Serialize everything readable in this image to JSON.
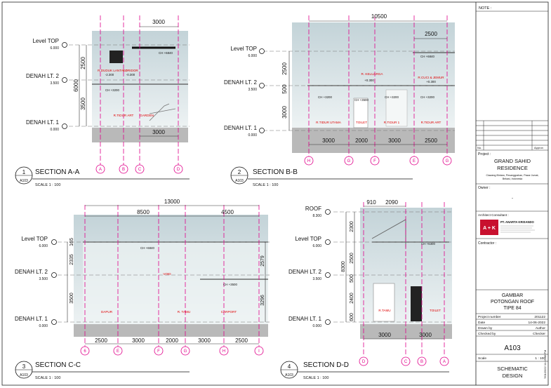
{
  "sheet": {
    "note_label": "NOTE :",
    "project_label": "Project :",
    "project_name_1": "GRAND SAHID",
    "project_name_2": "RESIDENCE",
    "address_1": "Ciawang Bintaro, Pesanggrahan, Pasar Jumat,",
    "address_2": "Bekasi, Indonesia",
    "owner_label": "Owner :",
    "owner_value": "-",
    "consultant_label": "Architect Consultant :",
    "consultant_logo": "A + K",
    "consultant_name": "PT. ANARTA KRISANDO",
    "contractor_label": "Contractor :",
    "no_label": "No.",
    "appr_label": "Appron",
    "title_1": "GAMBAR",
    "title_2": "POTONGAN ROOF",
    "title_3": "TIPE 84",
    "meta": [
      {
        "k": "Project number",
        "v": "201122"
      },
      {
        "k": "Date",
        "v": "14-06-2022"
      },
      {
        "k": "Drawn by",
        "v": "Author"
      },
      {
        "k": "Checked by",
        "v": "Checker"
      }
    ],
    "sheet_no": "A103",
    "scale_label": "Scale",
    "scale_value": "1 : 100",
    "stage_1": "SCHEMATIC",
    "stage_2": "DESIGN",
    "timestamp": "7/01/2022 11:19:46 PM"
  },
  "sections": [
    {
      "num": "1",
      "ref": "A103",
      "title": "SECTION A-A",
      "scale": "SCALE  1 : 100"
    },
    {
      "num": "2",
      "ref": "A103",
      "title": "SECTION B-B",
      "scale": "SCALE  1 : 100"
    },
    {
      "num": "3",
      "ref": "A103",
      "title": "SECTION C-C",
      "scale": "SCALE  1 : 100"
    },
    {
      "num": "4",
      "ref": "A103",
      "title": "SECTION D-D",
      "scale": "SCALE  1 : 100"
    }
  ],
  "levels": {
    "roof": "ROOF",
    "roof_v": "8.300",
    "top": "Level TOP",
    "top_v": "6.000",
    "lt2": "DENAH LT. 2",
    "lt2_v": "3.500",
    "lt1": "DENAH LT. 1",
    "lt1_v": "0.000"
  },
  "aa": {
    "dim_top": "3000",
    "dim_bottom": "3000",
    "dim_v": [
      "2500",
      "3500",
      "6000"
    ],
    "rooms": [
      "R.DUDUK LANTAI 2",
      "KORIDOR",
      "R.TIDUR ART",
      "GARDEN"
    ],
    "ch": [
      "CH +6840",
      "CH +3200",
      "-0.300",
      "-2.300"
    ],
    "grids": [
      "A",
      "B",
      "C",
      "D"
    ]
  },
  "bb": {
    "dim_top": "10500",
    "dim_top2": "2500",
    "dim_v": [
      "2500",
      "500",
      "3000"
    ],
    "dims_bottom": [
      "3000",
      "2000",
      "3000",
      "2500"
    ],
    "rooms": [
      "R. KELUARGA",
      "R.CUCI & JEMUR",
      "R.TIDUR UTAMA",
      "TOILET",
      "R.TIDUR 1",
      "R.TIDUR ART"
    ],
    "ch": [
      "CH +6840",
      "CH +3200",
      "CH +3500",
      "CH +3200",
      "CH +3200",
      "+0.300",
      "+0.300"
    ],
    "grids": [
      "H",
      "G",
      "F",
      "E",
      "G"
    ]
  },
  "cc": {
    "dim_top": "13000",
    "dim_top_a": "8500",
    "dim_top_b": "4500",
    "dim_v_left": [
      "165",
      "2335",
      "3500"
    ],
    "dim_v_right": [
      "2579",
      "3296"
    ],
    "dims_bottom": [
      "2500",
      "3000",
      "2000",
      "3000",
      "2500"
    ],
    "rooms": [
      "VOID",
      "DAPUR",
      "R. TAMU",
      "CARPORT"
    ],
    "ch": [
      "CH +6840",
      "CH +3500"
    ],
    "grids": [
      "6",
      "E",
      "F",
      "G",
      "H",
      "I"
    ]
  },
  "dd": {
    "dim_top_a": "910",
    "dim_top_b": "2090",
    "dim_v": [
      "2300",
      "2500",
      "500",
      "2400",
      "600",
      "8300"
    ],
    "dims_bottom": [
      "3000",
      "3000"
    ],
    "rooms": [
      "R.TAMU",
      "TOILET"
    ],
    "ch": [
      "CH +6300"
    ],
    "grids": [
      "D",
      "C",
      "B",
      "A"
    ]
  }
}
